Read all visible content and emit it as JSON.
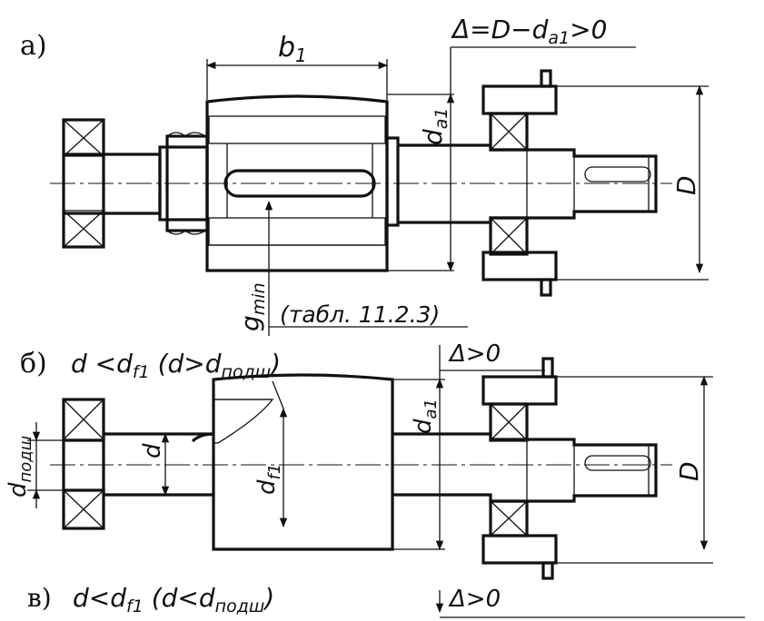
{
  "figure_a": {
    "label": "а)",
    "delta_formula": "Δ=D−d",
    "delta_sub": "a1",
    "delta_tail": ">0",
    "b1_main": "b",
    "b1_sub": "1",
    "da1_main": "d",
    "da1_sub": "a1",
    "D": "D",
    "gmin_main": "g",
    "gmin_sub": "min",
    "table_ref": "(табл.  11.2.3)"
  },
  "figure_b": {
    "label": "б)",
    "cond_pre": "d <d",
    "cond_sub1": "f1",
    "cond_mid": " (d>d",
    "cond_sub2": "подш",
    "cond_end": ")",
    "delta": "Δ>0",
    "da1_main": "d",
    "da1_sub": "a1",
    "D": "D",
    "d": "d",
    "df1_main": "d",
    "df1_sub": "f1",
    "dpodsh_main": "d",
    "dpodsh_sub": "подш"
  },
  "figure_c": {
    "label": "в)",
    "cond_pre": "d<d",
    "cond_sub1": "f1",
    "cond_mid": "  (d<d",
    "cond_sub2": "подш",
    "cond_end": ")",
    "delta": "Δ>0"
  }
}
